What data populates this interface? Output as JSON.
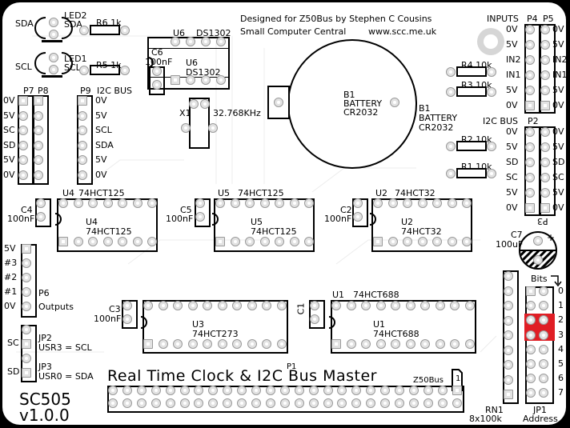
{
  "board": {
    "title": "Real Time Clock & I2C Bus Master",
    "model": "SC505",
    "version": "v1.0.0",
    "credit_line1": "Designed for Z50Bus by Stephen C Cousins",
    "credit_line2_left": "Small Computer Central",
    "credit_line2_right": "www.scc.me.uk",
    "jumper_color": "#e01e25"
  },
  "leds": [
    {
      "side_label": "SDA",
      "ref": "LED2",
      "name": "SDA"
    },
    {
      "side_label": "SCL",
      "ref": "LED1",
      "name": "SCL"
    }
  ],
  "resistors": [
    {
      "label": "R6 1k"
    },
    {
      "label": "R5 1k"
    },
    {
      "label": "R4 10k"
    },
    {
      "label": "R3 10k"
    },
    {
      "label": "R2 10k"
    },
    {
      "label": "R1 10k"
    }
  ],
  "capacitors": {
    "c6": {
      "ref": "C6",
      "value": "100nF"
    },
    "c4": {
      "ref": "C4",
      "value": "100nF"
    },
    "c5": {
      "ref": "C5",
      "value": "100nF"
    },
    "c2": {
      "ref": "C2",
      "value": "100nF"
    },
    "c3": {
      "ref": "C3",
      "value": "100nF"
    },
    "c1": {
      "ref": "C1"
    },
    "c7": {
      "ref": "C7",
      "value": "100uF"
    }
  },
  "ics": {
    "u6": {
      "ref": "U6",
      "part": "DS1302"
    },
    "u4": {
      "ref": "U4",
      "part": "74HCT125"
    },
    "u5": {
      "ref": "U5",
      "part": "74HCT125"
    },
    "u2": {
      "ref": "U2",
      "part": "74HCT32"
    },
    "u3": {
      "ref": "U3",
      "part": "74HCT273"
    },
    "u1": {
      "ref": "U1",
      "part": "74HCT688"
    }
  },
  "crystal": {
    "ref": "X1",
    "value": "32.768KHz"
  },
  "battery": {
    "ref": "B1",
    "type": "BATTERY",
    "part": "CR2032"
  },
  "headers": {
    "p7p8": {
      "labels": [
        "P7",
        "P8"
      ],
      "pins": [
        "0V",
        "5V",
        "SC",
        "SD",
        "5V",
        "0V"
      ]
    },
    "p9": {
      "label": "P9",
      "title": "I2C BUS",
      "pins": [
        "0V",
        "5V",
        "SCL",
        "SDA",
        "5V",
        "0V"
      ]
    },
    "inputs": {
      "title": "INPUTS",
      "labels": [
        "P4",
        "P5"
      ],
      "pins": [
        "0V",
        "5V",
        "IN2",
        "IN1",
        "5V",
        "0V"
      ]
    },
    "p2p3": {
      "title": "I2C BUS",
      "labels": [
        "P2",
        "P3"
      ],
      "pins": [
        "0V",
        "5V",
        "SD",
        "SC",
        "5V",
        "0V"
      ]
    },
    "p6": {
      "label": "P6",
      "title": "Outputs",
      "pins": [
        "5V",
        "#3",
        "#2",
        "#1",
        "0V"
      ]
    },
    "p1": {
      "label": "P1",
      "bus": "Z50Bus",
      "pin1": "1"
    }
  },
  "jumpers": {
    "jp2": {
      "ref": "JP2",
      "desc": "USR3 = SCL",
      "side": "SC"
    },
    "jp3": {
      "ref": "JP3",
      "desc": "USR0 = SDA",
      "side": "SD"
    },
    "jp1": {
      "ref": "JP1",
      "title": "Address",
      "bits_label": "Bits",
      "bits": [
        "0",
        "1",
        "2",
        "3",
        "4",
        "5",
        "6",
        "7"
      ],
      "fitted_bits": [
        "2",
        "3"
      ]
    }
  },
  "resistor_network": {
    "ref": "RN1",
    "value": "8x100k"
  }
}
